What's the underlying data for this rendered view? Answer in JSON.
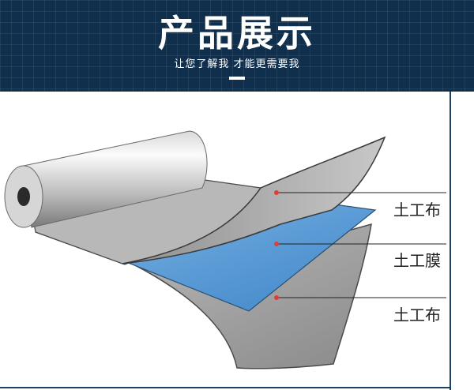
{
  "header": {
    "title": "产品展示",
    "subtitle": "让您了解我 才能更需要我"
  },
  "layers": [
    {
      "label": "土工布"
    },
    {
      "label": "土工膜"
    },
    {
      "label": "土工布"
    }
  ],
  "colors": {
    "banner": "#0f2f4d",
    "membrane": "#5b9fd8",
    "fabric": "#a9a9a9",
    "marker": "#e23b3b"
  }
}
